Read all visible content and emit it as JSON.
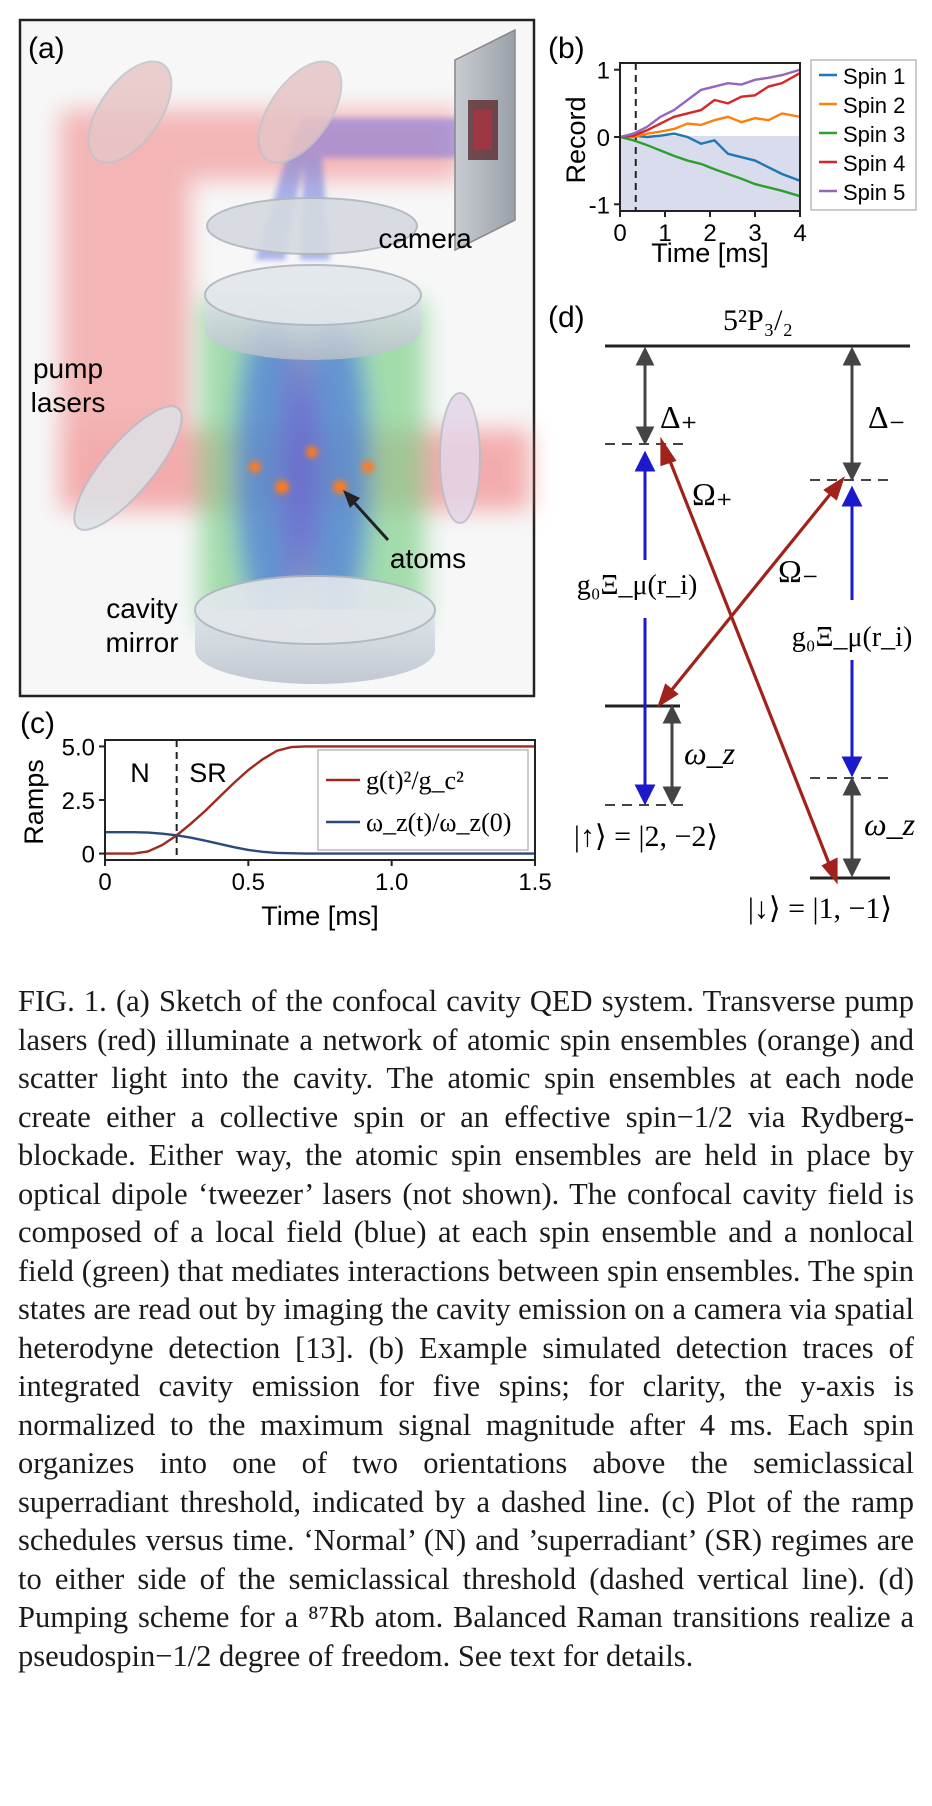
{
  "panel_a": {
    "label": "(a)",
    "camera_label": "camera",
    "pump_label_1": "pump",
    "pump_label_2": "lasers",
    "atoms_label": "atoms",
    "mirror_label_1": "cavity",
    "mirror_label_2": "mirror"
  },
  "panel_b": {
    "label": "(b)",
    "chart_data": {
      "type": "line",
      "ylabel": "Record",
      "xlabel": "Time [ms]",
      "xlim": [
        0,
        4
      ],
      "ylim": [
        -1.1,
        1.1
      ],
      "xticks": [
        "0",
        "1",
        "2",
        "3",
        "4"
      ],
      "yticks": [
        "1",
        "0",
        "-1"
      ],
      "threshold_time": 0.35,
      "legend_position": "right",
      "series": [
        {
          "name": "Spin 1",
          "color": "#1f77b4",
          "x": [
            0,
            0.3,
            0.6,
            0.9,
            1.2,
            1.5,
            1.8,
            2.1,
            2.4,
            2.7,
            3.0,
            3.3,
            3.6,
            4.0
          ],
          "values": [
            0,
            0.02,
            0.0,
            0.02,
            0.05,
            0.0,
            -0.1,
            -0.05,
            -0.25,
            -0.3,
            -0.35,
            -0.45,
            -0.55,
            -0.65
          ]
        },
        {
          "name": "Spin 2",
          "color": "#ff7f0e",
          "x": [
            0,
            0.3,
            0.6,
            0.9,
            1.2,
            1.5,
            1.8,
            2.1,
            2.4,
            2.7,
            3.0,
            3.3,
            3.6,
            4.0
          ],
          "values": [
            0,
            0.0,
            0.05,
            0.08,
            0.12,
            0.2,
            0.18,
            0.25,
            0.3,
            0.22,
            0.28,
            0.25,
            0.35,
            0.3
          ]
        },
        {
          "name": "Spin 3",
          "color": "#2ca02c",
          "x": [
            0,
            0.3,
            0.6,
            0.9,
            1.2,
            1.5,
            1.8,
            2.1,
            2.4,
            2.7,
            3.0,
            3.3,
            3.6,
            4.0
          ],
          "values": [
            0,
            -0.05,
            -0.12,
            -0.2,
            -0.28,
            -0.35,
            -0.4,
            -0.48,
            -0.55,
            -0.62,
            -0.7,
            -0.75,
            -0.8,
            -0.88
          ]
        },
        {
          "name": "Spin 4",
          "color": "#d62728",
          "x": [
            0,
            0.3,
            0.6,
            0.9,
            1.2,
            1.5,
            1.8,
            2.1,
            2.4,
            2.7,
            3.0,
            3.3,
            3.6,
            4.0
          ],
          "values": [
            0,
            0.02,
            0.1,
            0.2,
            0.3,
            0.35,
            0.4,
            0.55,
            0.5,
            0.6,
            0.62,
            0.75,
            0.8,
            0.95
          ]
        },
        {
          "name": "Spin 5",
          "color": "#9467bd",
          "x": [
            0,
            0.3,
            0.6,
            0.9,
            1.2,
            1.5,
            1.8,
            2.1,
            2.4,
            2.7,
            3.0,
            3.3,
            3.6,
            4.0
          ],
          "values": [
            0,
            0.05,
            0.15,
            0.3,
            0.4,
            0.55,
            0.7,
            0.75,
            0.8,
            0.78,
            0.85,
            0.88,
            0.92,
            1.0
          ]
        }
      ]
    }
  },
  "panel_c": {
    "label": "(c)",
    "region_n": "N",
    "region_sr": "SR",
    "chart_data": {
      "type": "line",
      "ylabel": "Ramps",
      "xlabel": "Time [ms]",
      "xlim": [
        0,
        1.5
      ],
      "ylim": [
        -0.3,
        5.3
      ],
      "xticks": [
        "0",
        "0.5",
        "1.0",
        "1.5"
      ],
      "yticks": [
        "5.0",
        "2.5",
        "0"
      ],
      "threshold_time": 0.25,
      "legend_position": "top-right",
      "series": [
        {
          "name": "g(t)²/g_c²",
          "color": "#a0281e",
          "x": [
            0,
            0.1,
            0.15,
            0.2,
            0.25,
            0.3,
            0.35,
            0.4,
            0.45,
            0.5,
            0.55,
            0.6,
            0.65,
            0.7,
            0.8,
            1.0,
            1.5
          ],
          "values": [
            0,
            0.0,
            0.1,
            0.4,
            0.85,
            1.4,
            2.0,
            2.65,
            3.3,
            3.9,
            4.4,
            4.8,
            4.97,
            5.0,
            5.0,
            5.0,
            5.0
          ]
        },
        {
          "name": "ω_z(t)/ω_z(0)",
          "color": "#2b4a7a",
          "x": [
            0,
            0.1,
            0.15,
            0.2,
            0.25,
            0.3,
            0.35,
            0.4,
            0.45,
            0.5,
            0.55,
            0.6,
            0.7,
            0.8,
            1.0,
            1.5
          ],
          "values": [
            1.0,
            1.0,
            0.98,
            0.93,
            0.85,
            0.74,
            0.6,
            0.45,
            0.3,
            0.17,
            0.08,
            0.03,
            0.0,
            0.0,
            0.0,
            0.0
          ]
        }
      ]
    }
  },
  "panel_d": {
    "label": "(d)",
    "excited_state": "5²P₃/₂",
    "delta_plus": "Δ₊",
    "delta_minus": "Δ₋",
    "omega_plus": "Ω₊",
    "omega_minus": "Ω₋",
    "coupling_left": "g₀Ξ_μ(r_i)",
    "coupling_right": "g₀Ξ_μ(r_i)",
    "omega_z_left": "ω_z",
    "omega_z_right": "ω_z",
    "state_up": "|↑⟩ = |2, −2⟩",
    "state_down": "|↓⟩ = |1, −1⟩"
  },
  "caption": {
    "text": "FIG. 1. (a) Sketch of the confocal cavity QED system. Transverse pump lasers (red) illuminate a network of atomic spin ensembles (orange) and scatter light into the cavity. The atomic spin ensembles at each node create either a collective spin or an effective spin−1/2 via Rydberg-blockade. Either way, the atomic spin ensembles are held in place by optical dipole ‘tweezer’ lasers (not shown). The confocal cavity field is composed of a local field (blue) at each spin ensemble and a nonlocal field (green) that mediates interactions between spin ensembles. The spin states are read out by imaging the cavity emission on a camera via spatial heterodyne detection [13]. (b) Example simulated detection traces of integrated cavity emission for five spins; for clarity, the y-axis is normalized to the maximum signal magnitude after 4 ms. Each spin organizes into one of two orientations above the semiclassical superradiant threshold, indicated by a dashed line. (c) Plot of the ramp schedules versus time. ‘Normal’ (N) and ’superradiant’ (SR) regimes are to either side of the semiclassical threshold (dashed vertical line). (d) Pumping scheme for a ⁸⁷Rb atom. Balanced Raman transitions realize a pseudospin−1/2 degree of freedom. See text for details."
  }
}
